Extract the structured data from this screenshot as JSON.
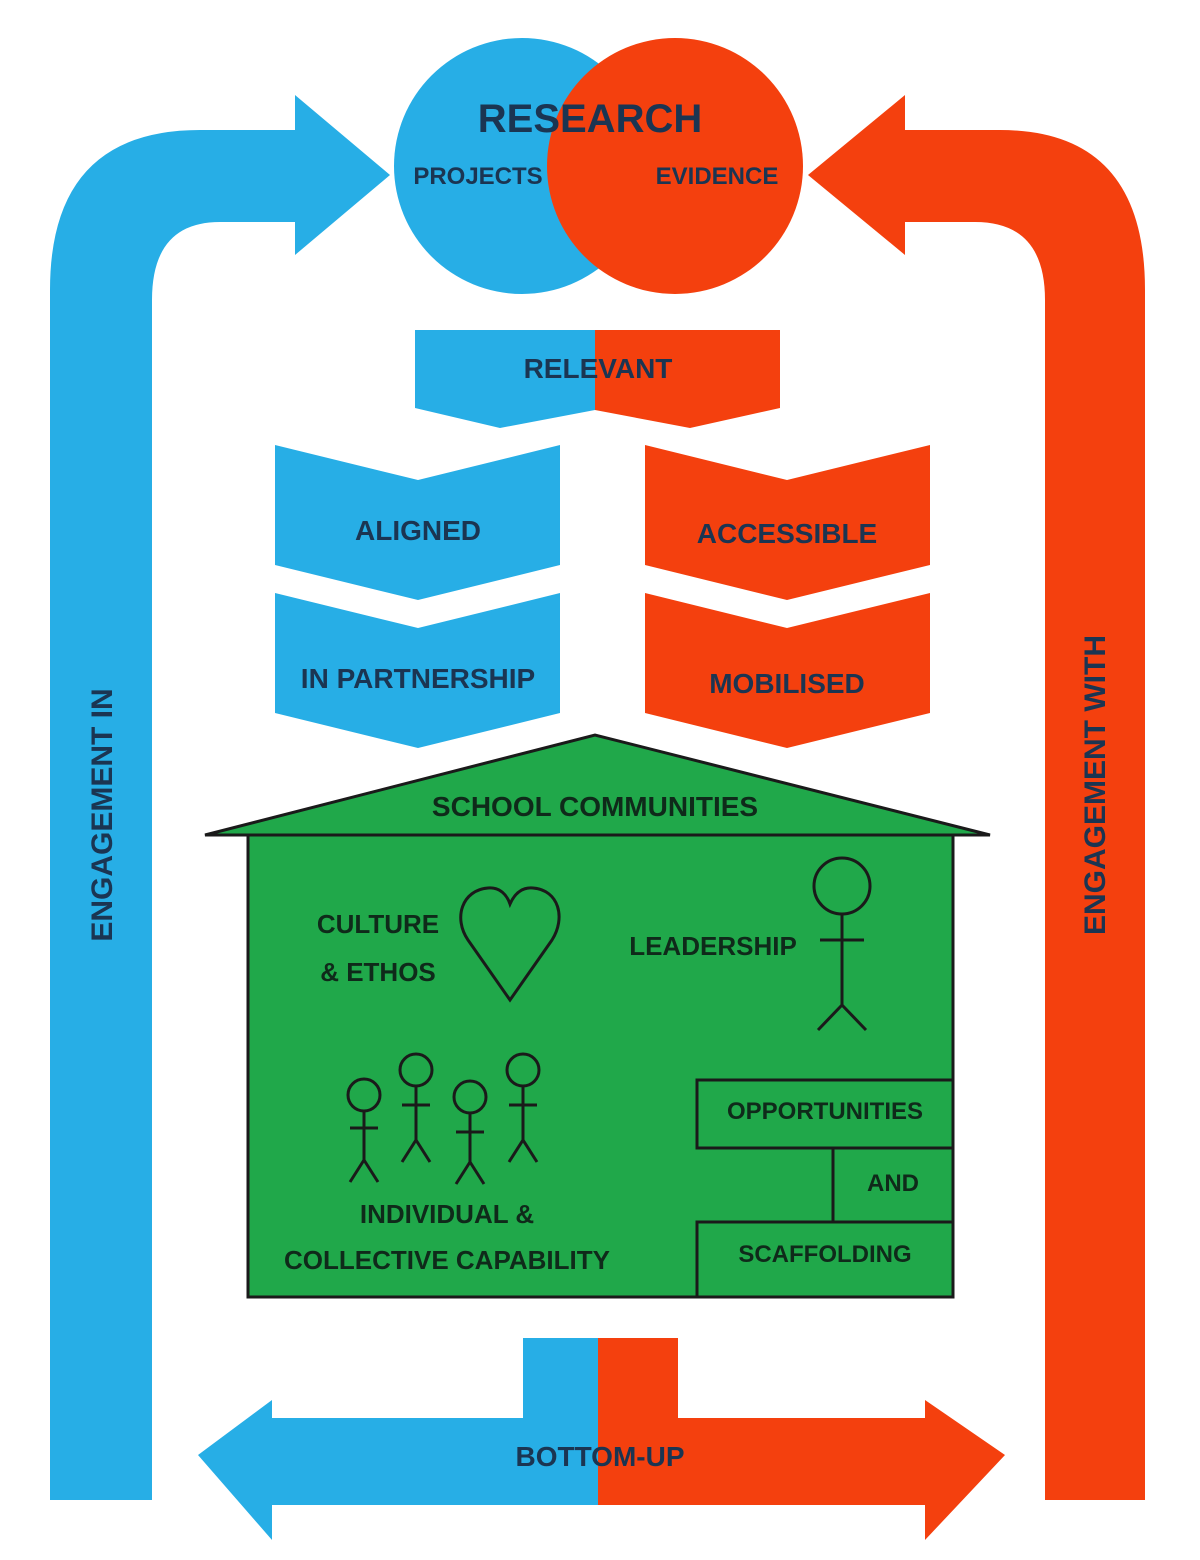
{
  "colors": {
    "blue": "#27aee6",
    "red": "#f4400e",
    "green": "#20a84a",
    "text_dark": "#1b3552",
    "outline": "#1a1a1a",
    "background": "#ffffff"
  },
  "research": {
    "title": "RESEARCH",
    "left_label": "PROJECTS",
    "right_label": "EVIDENCE"
  },
  "chevrons": {
    "relevant": "RELEVANT",
    "aligned": "ALIGNED",
    "in_partnership": "IN PARTNERSHIP",
    "accessible": "ACCESSIBLE",
    "mobilised": "MOBILISED"
  },
  "side_arrows": {
    "left": "ENGAGEMENT IN",
    "right": "ENGAGEMENT WITH"
  },
  "house": {
    "roof_label": "SCHOOL COMMUNITIES",
    "culture_line1": "CULTURE",
    "culture_line2": "& ETHOS",
    "leadership": "LEADERSHIP",
    "capability_line1": "INDIVIDUAL &",
    "capability_line2": "COLLECTIVE CAPABILITY",
    "opportunities": "OPPORTUNITIES",
    "and": "AND",
    "scaffolding": "SCAFFOLDING",
    "icons": [
      "heart-icon",
      "person-icon"
    ]
  },
  "bottom": {
    "label": "BOTTOM-UP"
  }
}
